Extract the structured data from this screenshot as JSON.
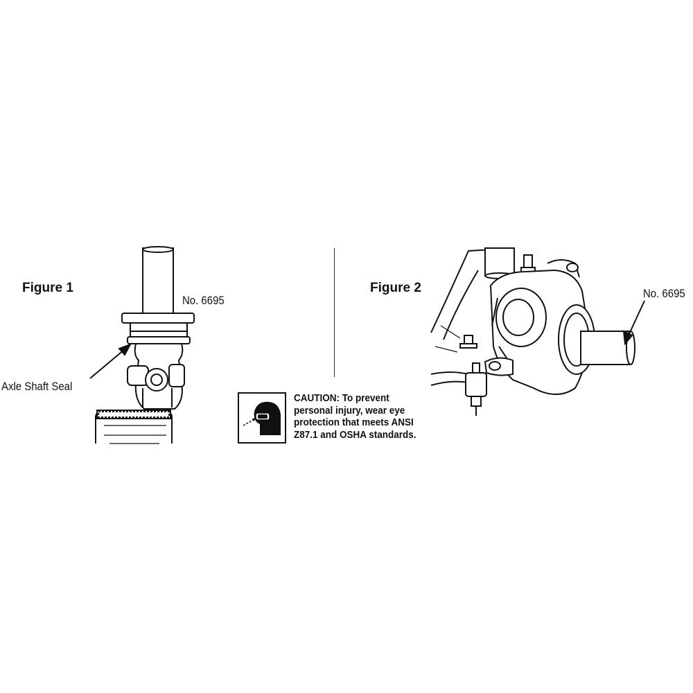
{
  "figure1": {
    "title": "Figure 1",
    "tool_label": "No. 6695",
    "seal_label": "Axle Shaft Seal"
  },
  "figure2": {
    "title": "Figure 2",
    "tool_label": "No. 6695"
  },
  "caution": {
    "icon": "safety-goggles-icon",
    "lines": [
      "CAUTION: To prevent",
      "personal injury, wear eye",
      "protection that meets ANSI",
      "Z87.1 and OSHA standards."
    ]
  }
}
